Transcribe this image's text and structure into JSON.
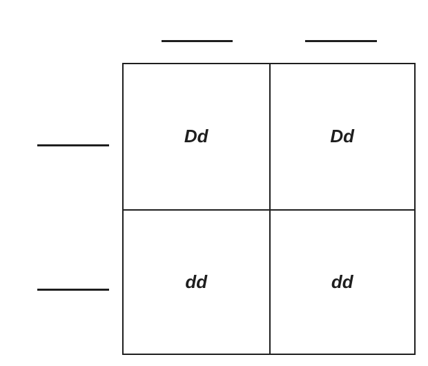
{
  "punnett_square": {
    "column_headers": [
      "",
      ""
    ],
    "row_headers": [
      "",
      ""
    ],
    "cells": [
      [
        "Dd",
        "Dd"
      ],
      [
        "dd",
        "dd"
      ]
    ]
  }
}
